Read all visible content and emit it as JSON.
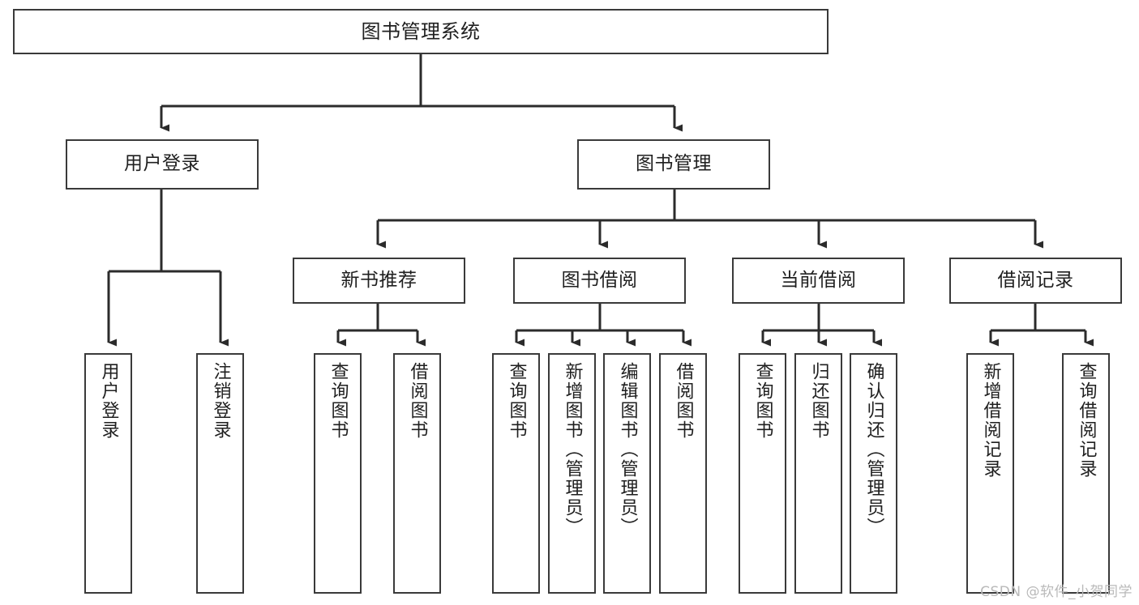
{
  "diagram": {
    "title": "图书管理系统",
    "type": "tree",
    "watermark": "CSDN @软件_小贺同学",
    "colors": {
      "box_border": "#3a3a3a",
      "box_fill": "#ffffff",
      "edge": "#2b2b2b",
      "text": "#1f1f1f",
      "watermark": "#b9b9b9",
      "background": "#ffffff"
    },
    "root": {
      "label": "图书管理系统"
    },
    "level1": [
      {
        "label": "用户登录"
      },
      {
        "label": "图书管理"
      }
    ],
    "level2": [
      {
        "label": "新书推荐"
      },
      {
        "label": "图书借阅"
      },
      {
        "label": "当前借阅"
      },
      {
        "label": "借阅记录"
      }
    ],
    "leaves": {
      "user_login": [
        {
          "label": "用户登录"
        },
        {
          "label": "注销登录"
        }
      ],
      "new_book": [
        {
          "label": "查询图书"
        },
        {
          "label": "借阅图书"
        }
      ],
      "book_borrow": [
        {
          "label": "查询图书"
        },
        {
          "label": "新增图书（管理员）"
        },
        {
          "label": "编辑图书（管理员）"
        },
        {
          "label": "借阅图书"
        }
      ],
      "current_borrow": [
        {
          "label": "查询图书"
        },
        {
          "label": "归还图书"
        },
        {
          "label": "确认归还（管理员）"
        }
      ],
      "borrow_record": [
        {
          "label": "新增借阅记录"
        },
        {
          "label": "查询借阅记录"
        }
      ]
    }
  }
}
